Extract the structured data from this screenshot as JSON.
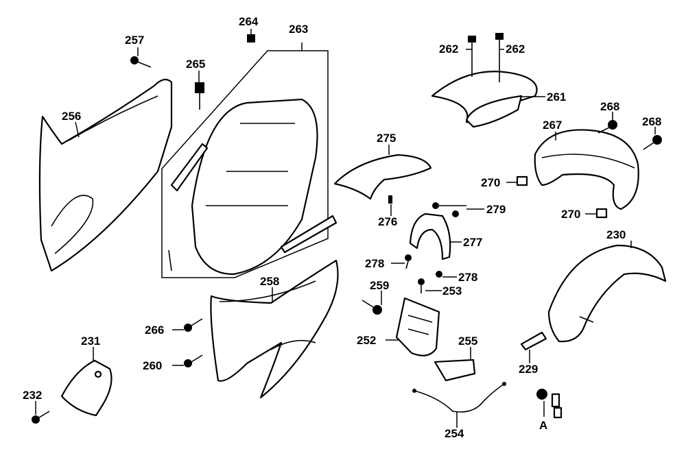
{
  "labels": {
    "p257": "257",
    "p265": "265",
    "p264": "264",
    "p263": "263",
    "p262a": "262",
    "p262b": "262",
    "p261": "261",
    "p256": "256",
    "p275": "275",
    "p268a": "268",
    "p268b": "268",
    "p267": "267",
    "p270a": "270",
    "p270b": "270",
    "p279": "279",
    "p276": "276",
    "p277": "277",
    "p230": "230",
    "p278a": "278",
    "p278b": "278",
    "p253": "253",
    "p258": "258",
    "p259": "259",
    "p266": "266",
    "p231": "231",
    "p252": "252",
    "p255": "255",
    "p260": "260",
    "p229": "229",
    "p232": "232",
    "p254": "254",
    "pA": "A"
  },
  "colors": {
    "ink": "#000000",
    "paper": "#ffffff"
  }
}
